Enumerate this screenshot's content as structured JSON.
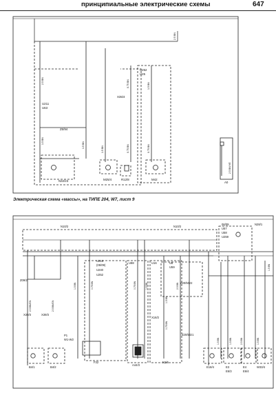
{
  "header": {
    "title": "принципиальные электрические схемы",
    "page_number": "647"
  },
  "caption": "Электрическая схема «массы», на ТИПЕ 204, W7, лист 9",
  "top_diagram": {
    "connector_labels": [
      "U211",
      "U63",
      "Z6/94",
      "X35/4",
      "U252",
      "U25"
    ],
    "wire_labels": [
      "2.5 BN",
      "1.5 BN",
      "0.75 BN",
      "2.5 BN/YE",
      "1.5 BN",
      "0.75 BN",
      "1.5 BN",
      "0.75 BN",
      "2.5 BN",
      "1.5 BN"
    ],
    "component_labels": [
      "N32/23",
      "M25/4",
      "R12/8",
      "M42",
      "A0"
    ]
  },
  "bottom_diagram": {
    "connector_labels": [
      "N10/2",
      "N10/2",
      "Z09/2",
      "X39/3",
      "X39/3",
      "U216",
      "(05/09)",
      "U240",
      "U252",
      "U88",
      "U16",
      "U8",
      "U59",
      "Z20/50z2",
      "Z20/50z1",
      "X16/2",
      "06/09",
      "U57",
      "U58",
      "U259",
      "N28/1",
      "P1",
      "W1-W2"
    ],
    "wire_labels": [
      "2.5 BN/GN",
      "2.5 BN/GN",
      "1.5 BN",
      "0.75 BN",
      "0.75 BN",
      "1.5 BN",
      "1.5 BN",
      "2.5 BN",
      "0.75 BN",
      "1.5 BN",
      "1.5 BN",
      "2.5 BN",
      "1.5 BN",
      "1.5 BN"
    ],
    "component_labels": [
      "B4/1",
      "B4/2",
      "F32",
      "A44/3",
      "N2/6",
      "E18/4",
      "E3",
      "E6/3",
      "E4",
      "E6/4",
      "W33/4"
    ]
  }
}
